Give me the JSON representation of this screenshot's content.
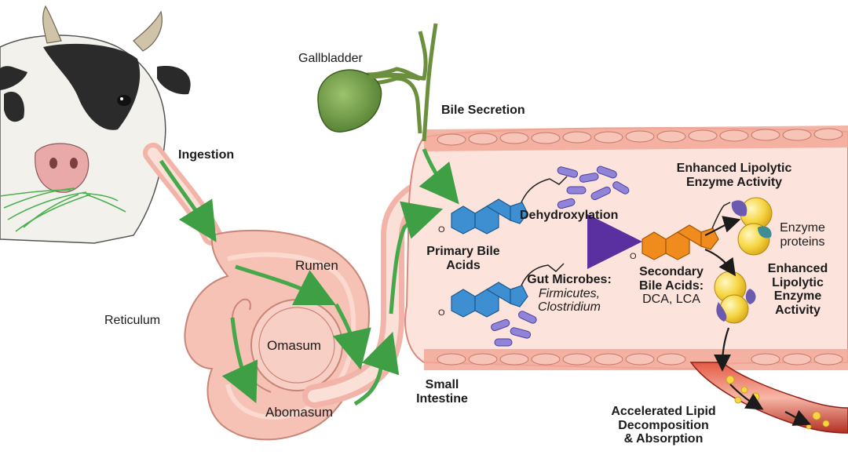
{
  "labels": {
    "gallbladder": "Gallbladder",
    "bile_secretion": "Bile Secretion",
    "ingestion": "Ingestion",
    "rumen": "Rumen",
    "reticulum": "Reticulum",
    "omasum": "Omasum",
    "abomasum": "Abomasum",
    "small_intestine_line1": "Small",
    "small_intestine_line2": "Intestine",
    "primary_bile_acids_line1": "Primary Bile",
    "primary_bile_acids_line2": "Acids",
    "dehydroxylation": "Dehydroxylation",
    "gut_microbes_line1": "Gut Microbes:",
    "gut_microbes_line2": "Firmicutes,",
    "gut_microbes_line3": "Clostridium",
    "secondary_line1": "Secondary",
    "secondary_line2": "Bile Acids:",
    "secondary_line3": "DCA, LCA",
    "enhanced_top_line1": "Enhanced Lipolytic",
    "enhanced_top_line2": "Enzyme Activity",
    "enzyme_line1": "Enzyme",
    "enzyme_line2": "proteins",
    "enhanced_right_line1": "Enhanced",
    "enhanced_right_line2": "Lipolytic",
    "enhanced_right_line3": "Enzyme",
    "enhanced_right_line4": "Activity",
    "accelerated_line1": "Accelerated Lipid",
    "accelerated_line2": "Decomposition",
    "accelerated_line3": "& Absorption"
  },
  "colors": {
    "flow_arrow": "#4caf50",
    "gut_wall": "#f2b3a8",
    "gut_lumen": "#fce4dc",
    "gallbladder": "#6e9a45",
    "primary_bile_acid": "#3d8fd1",
    "secondary_bile_acid": "#f08c1e",
    "process_arrow": "#6a3fb0",
    "enzyme_yellow": "#f6d542",
    "blood_vessel": "#c0392b"
  }
}
